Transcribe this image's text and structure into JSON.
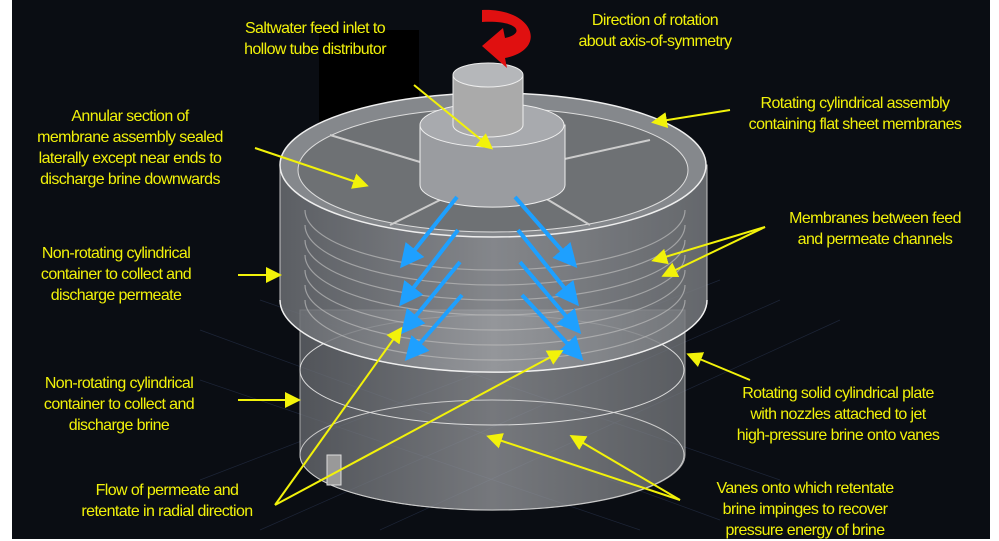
{
  "labels": {
    "feed_inlet": [
      "Saltwater feed inlet to",
      "hollow tube distributor"
    ],
    "rotation": [
      "Direction of rotation",
      "about axis-of-symmetry"
    ],
    "annular": [
      "Annular section of",
      "membrane assembly sealed",
      "laterally except near ends to",
      "discharge brine downwards"
    ],
    "rotating_assembly": [
      "Rotating cylindrical assembly",
      "containing flat sheet membranes"
    ],
    "membranes": [
      "Membranes between feed",
      "and permeate channels"
    ],
    "permeate_container": [
      "Non-rotating cylindrical",
      "container to collect and",
      "discharge permeate"
    ],
    "brine_container": [
      "Non-rotating cylindrical",
      "container to collect and",
      "discharge brine"
    ],
    "plate": [
      "Rotating solid cylindrical plate",
      "with nozzles attached to jet",
      "high-pressure brine onto vanes"
    ],
    "flow": [
      "Flow of  permeate and",
      "retentate in radial direction"
    ],
    "vanes": [
      "Vanes onto which retentate",
      "brine impinges to recover",
      "pressure energy of brine"
    ]
  },
  "colors": {
    "label": "#f2f20a",
    "flow_arrow": "#1ea0ff",
    "rotation_arrow": "#e01010",
    "background": "#0a0d13"
  }
}
